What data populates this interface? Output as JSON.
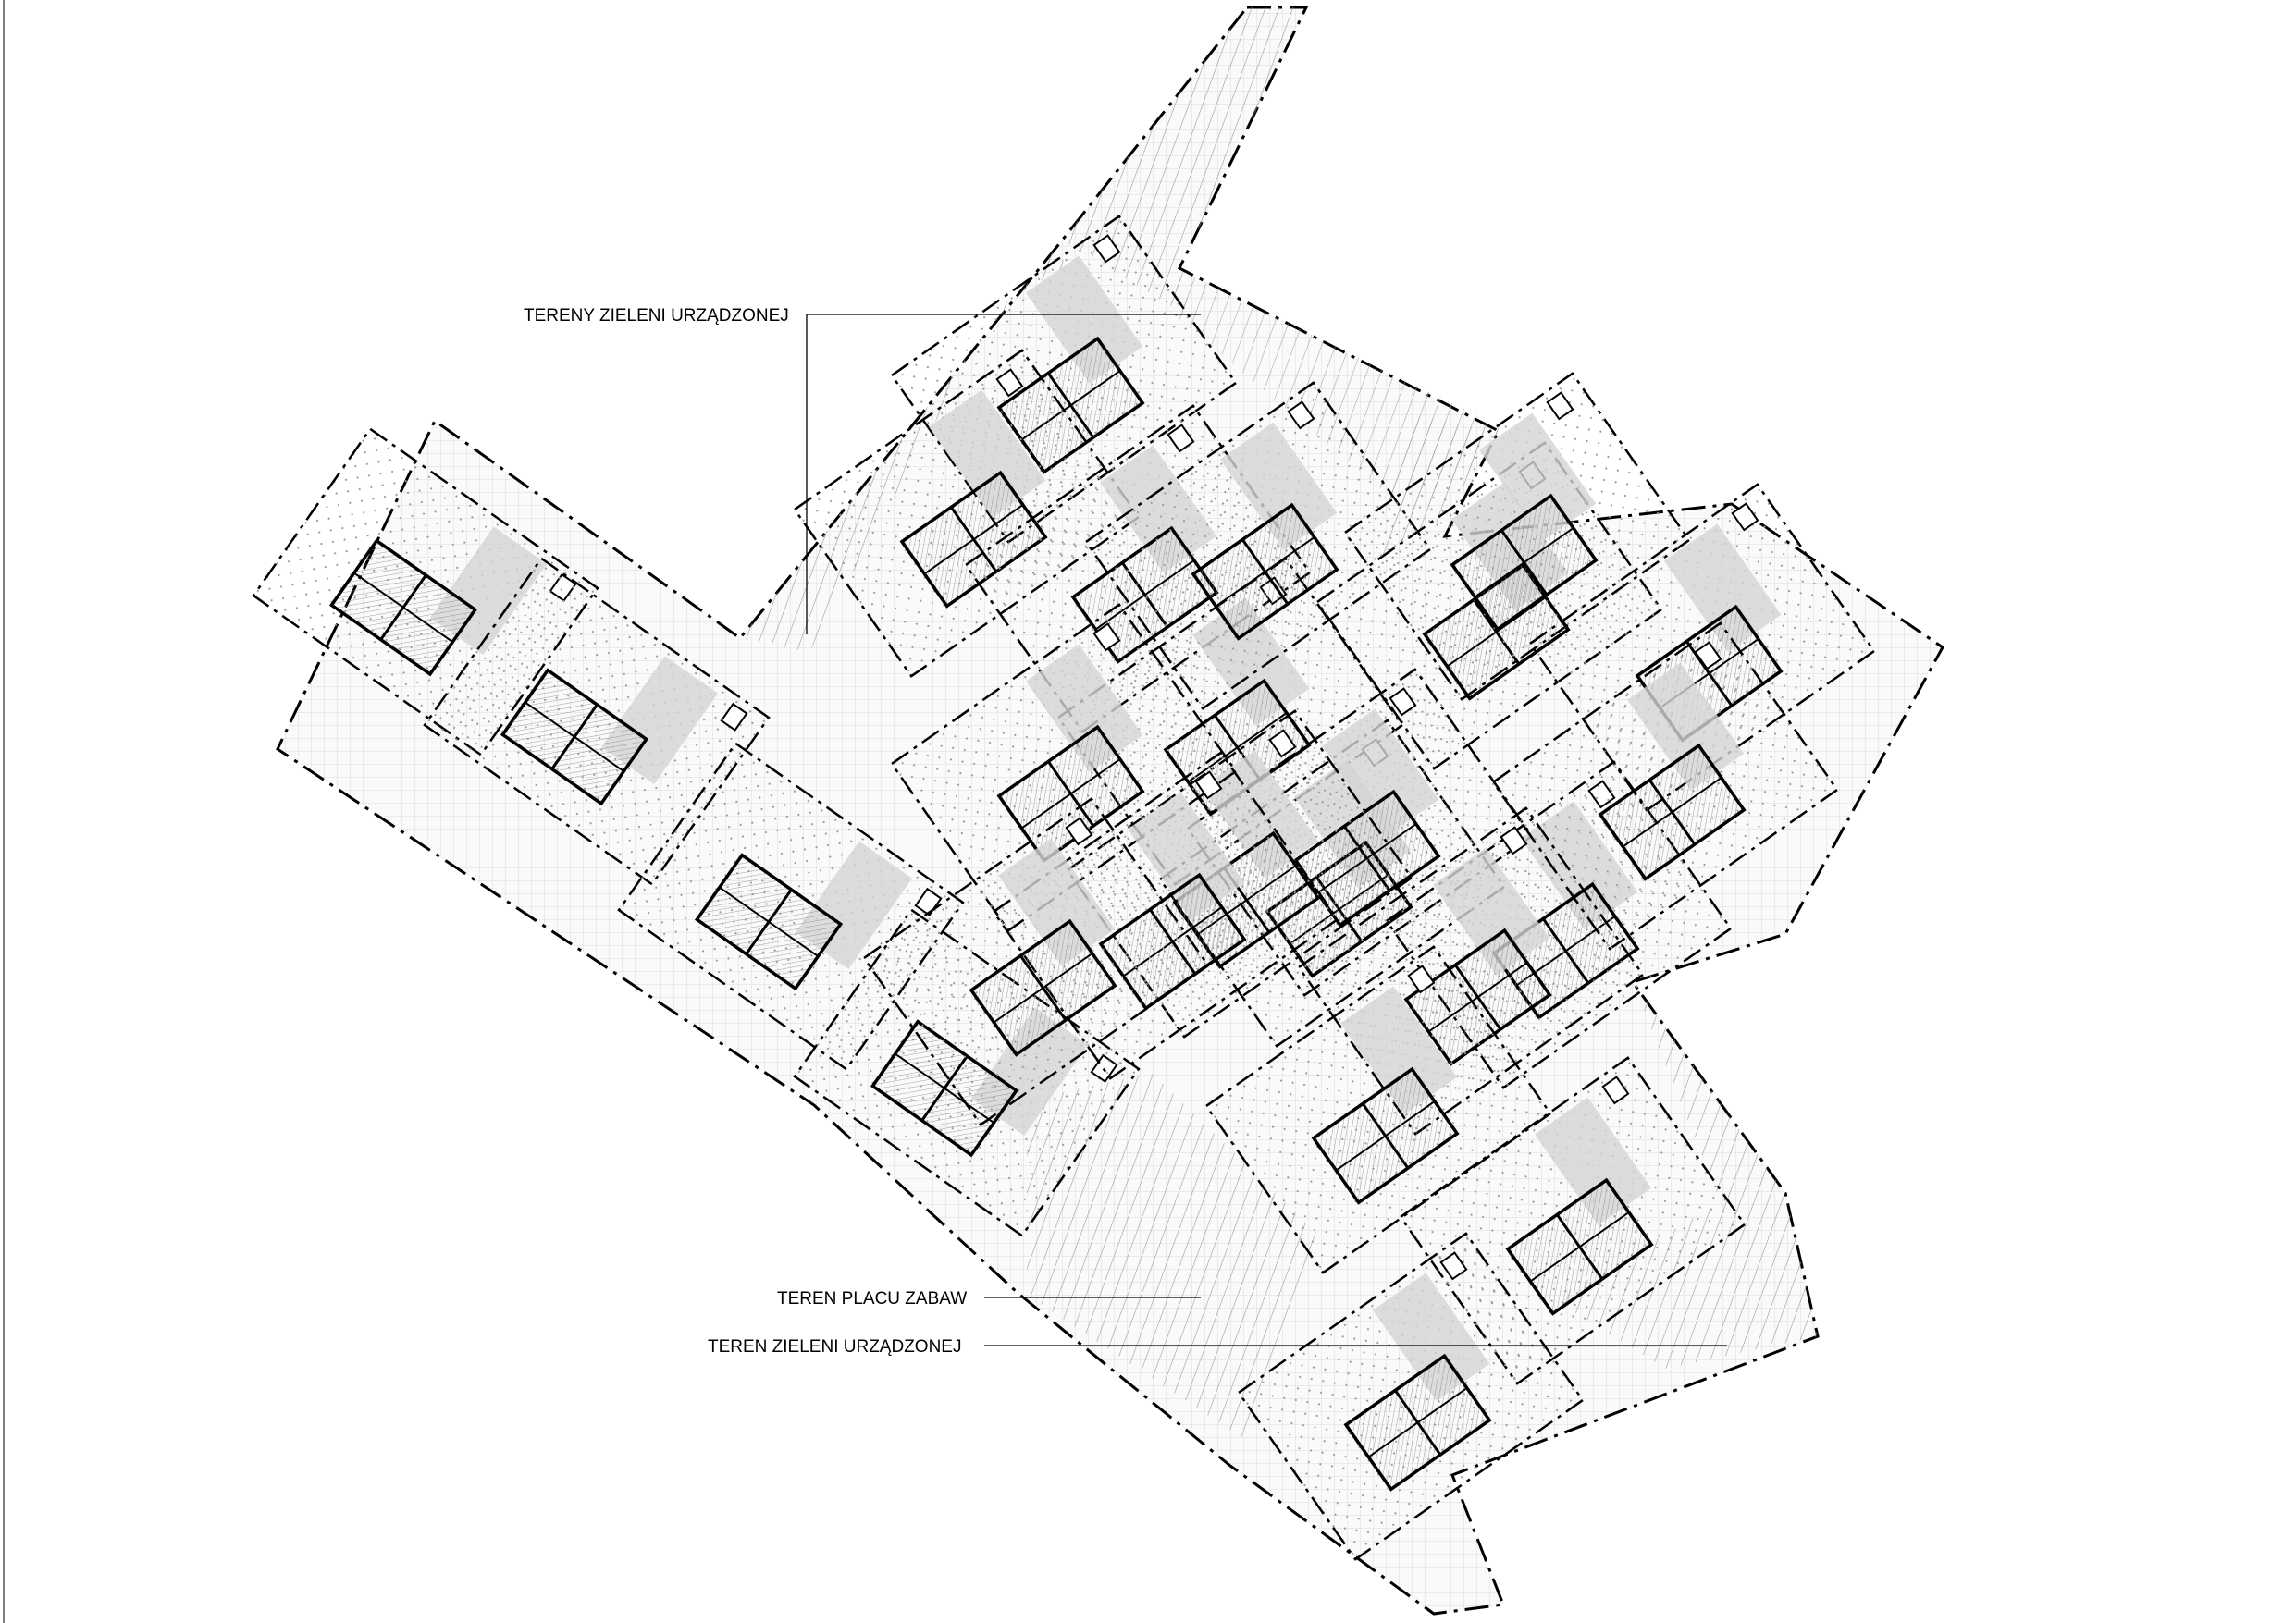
{
  "drawing": {
    "labels": {
      "green_top": "TERENY ZIELENI URZĄDZONEJ",
      "playground": "TEREN PLACU ZABAW",
      "green_bottom": "TEREN ZIELENI URZĄDZONEJ"
    },
    "lot_count": 24,
    "colors": {
      "line": "#000000",
      "road": "#f2f2f2",
      "paving": "#cfcfcf",
      "hatch": "#9a9a9a"
    }
  }
}
